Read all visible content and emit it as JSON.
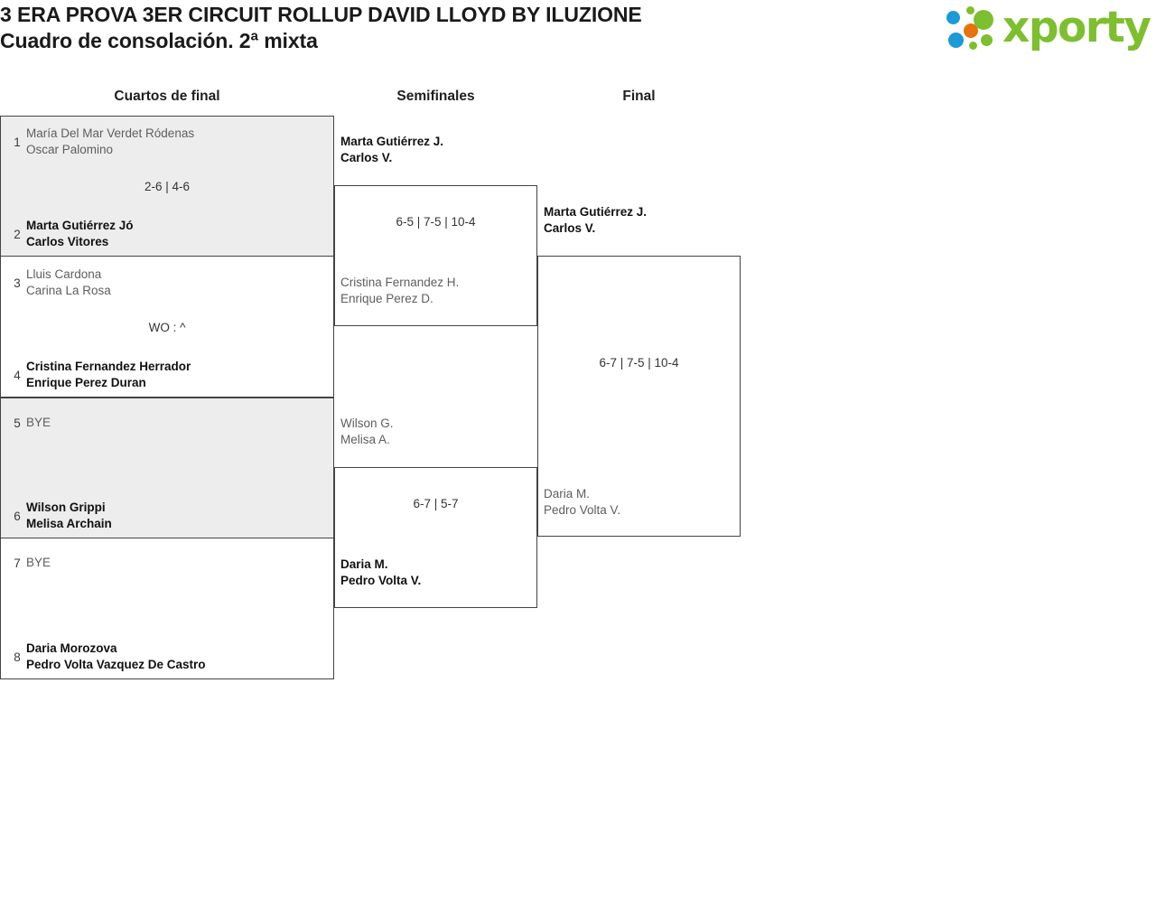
{
  "header": {
    "title_line1": "3 ERA PROVA 3ER CIRCUIT ROLLUP DAVID LLOYD BY ILUZIONE",
    "title_line2": "Cuadro de consolación. 2ª mixta",
    "logo_text": "xporty",
    "logo_colors": {
      "blue": "#1b9ad6",
      "orange": "#e8730c",
      "green": "#7dbf2e"
    }
  },
  "rounds": [
    {
      "label": "Cuartos de final"
    },
    {
      "label": "Semifinales"
    },
    {
      "label": "Final"
    }
  ],
  "quarterfinals": [
    {
      "shaded": true,
      "score": "2-6 | 4-6",
      "top": {
        "seed": "1",
        "p1": "María Del Mar Verdet Ródenas",
        "p2": "Oscar Palomino",
        "winner": false
      },
      "bottom": {
        "seed": "2",
        "p1": "Marta Gutiérrez Jó",
        "p2": "Carlos Vitores",
        "winner": true
      }
    },
    {
      "shaded": false,
      "score": "WO : ^",
      "top": {
        "seed": "3",
        "p1": "Lluis Cardona",
        "p2": "Carina La Rosa",
        "winner": false
      },
      "bottom": {
        "seed": "4",
        "p1": "Cristina Fernandez Herrador",
        "p2": "Enrique Perez Duran",
        "winner": true
      }
    },
    {
      "shaded": true,
      "score": "",
      "top": {
        "seed": "5",
        "p1": "BYE",
        "p2": "",
        "winner": false
      },
      "bottom": {
        "seed": "6",
        "p1": "Wilson Grippi",
        "p2": "Melisa Archain",
        "winner": true
      }
    },
    {
      "shaded": false,
      "score": "",
      "top": {
        "seed": "7",
        "p1": "BYE",
        "p2": "",
        "winner": false
      },
      "bottom": {
        "seed": "8",
        "p1": "Daria Morozova",
        "p2": "Pedro Volta Vazquez De Castro",
        "winner": true
      }
    }
  ],
  "semifinals": [
    {
      "score": "6-5 | 7-5 | 10-4",
      "top": {
        "p1": "Marta Gutiérrez J.",
        "p2": "Carlos V.",
        "winner": true
      },
      "bottom": {
        "p1": "Cristina Fernandez H.",
        "p2": "Enrique Perez D.",
        "winner": false
      }
    },
    {
      "score": "6-7 | 5-7",
      "top": {
        "p1": "Wilson G.",
        "p2": "Melisa A.",
        "winner": false
      },
      "bottom": {
        "p1": "Daria M.",
        "p2": "Pedro Volta V.",
        "winner": true
      }
    }
  ],
  "final": {
    "score": "6-7 | 7-5 | 10-4",
    "top": {
      "p1": "Marta Gutiérrez J.",
      "p2": "Carlos V.",
      "winner": true
    },
    "bottom": {
      "p1": "Daria M.",
      "p2": "Pedro Volta V.",
      "winner": false
    }
  }
}
